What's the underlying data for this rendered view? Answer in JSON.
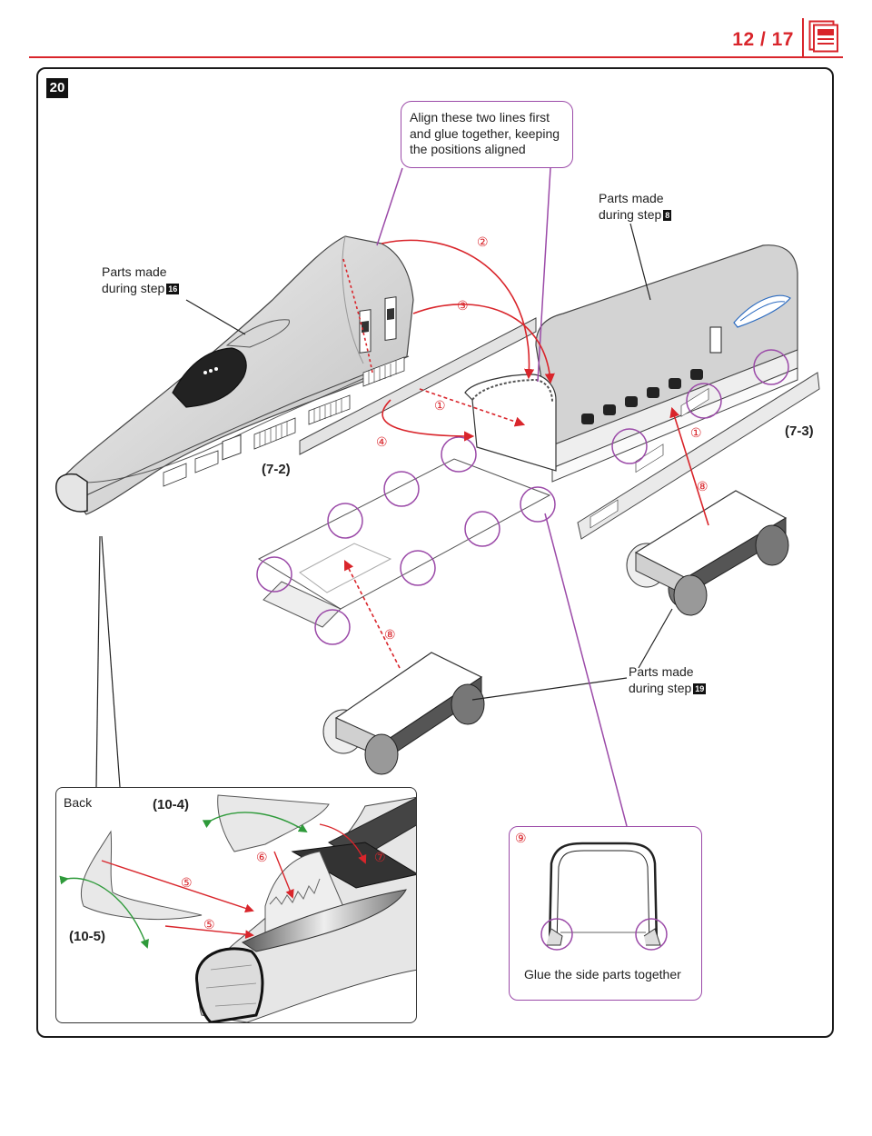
{
  "header": {
    "page_indicator": "12 / 17",
    "accent": "#d9252b",
    "icon": "document-icon"
  },
  "step": {
    "number": "20"
  },
  "callouts": {
    "align_text": "Align these two lines first and glue together, keeping the positions aligned"
  },
  "notes": {
    "parts_made": "Parts made",
    "during_step": "during step",
    "step_16": "16",
    "step_8": "8",
    "step_19": "19"
  },
  "labels": {
    "part_7_2": "(7-2)",
    "part_7_3": "(7-3)",
    "part_10_4": "(10-4)",
    "part_10_5": "(10-5)",
    "back": "Back",
    "glue_side": "Glue the side parts together"
  },
  "markers": {
    "m1": "①",
    "m2": "②",
    "m3": "③",
    "m4": "④",
    "m5": "⑤",
    "m6": "⑥",
    "m7": "⑦",
    "m8": "⑧",
    "m9": "⑨"
  },
  "colors": {
    "arrow_red": "#d9252b",
    "arrow_green": "#2e9a3a",
    "circle_purple": "#9b4aa8",
    "body_gray": "#cfcfcf"
  }
}
